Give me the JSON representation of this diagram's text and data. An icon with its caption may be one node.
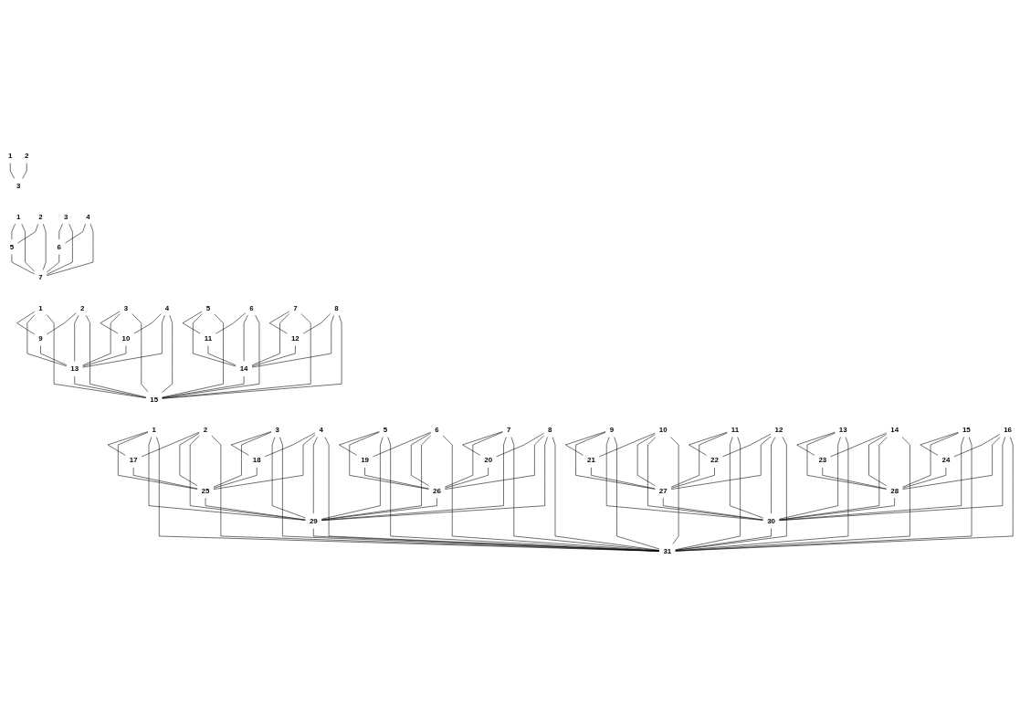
{
  "diagram": {
    "nodes": [
      {
        "text": [
          "1"
        ]
      },
      {
        "text": [
          "2"
        ]
      },
      {
        "text": [
          "3"
        ]
      },
      {
        "text": [
          "1"
        ]
      },
      {
        "text": [
          "2"
        ]
      },
      {
        "text": [
          "3"
        ]
      },
      {
        "text": [
          "4"
        ]
      },
      {
        "text": [
          "5"
        ]
      },
      {
        "text": [
          "6"
        ]
      },
      {
        "text": [
          "7"
        ]
      },
      {
        "text": [
          "1"
        ]
      },
      {
        "text": [
          "2"
        ]
      },
      {
        "text": [
          "3"
        ]
      },
      {
        "text": [
          "4"
        ]
      },
      {
        "text": [
          "5"
        ]
      },
      {
        "text": [
          "6"
        ]
      },
      {
        "text": [
          "7"
        ]
      },
      {
        "text": [
          "8"
        ]
      },
      {
        "text": [
          "9"
        ]
      },
      {
        "text": [
          "10"
        ]
      },
      {
        "text": [
          "11"
        ]
      },
      {
        "text": [
          "12"
        ]
      },
      {
        "text": [
          "13"
        ]
      },
      {
        "text": [
          "14"
        ]
      },
      {
        "text": [
          "15"
        ]
      },
      {
        "text": [
          "1"
        ]
      },
      {
        "text": [
          "2"
        ]
      },
      {
        "text": [
          "3"
        ]
      },
      {
        "text": [
          "4"
        ]
      },
      {
        "text": [
          "5"
        ]
      },
      {
        "text": [
          "6"
        ]
      },
      {
        "text": [
          "7"
        ]
      },
      {
        "text": [
          "8"
        ]
      },
      {
        "text": [
          "9"
        ]
      },
      {
        "text": [
          "10"
        ]
      },
      {
        "text": [
          "11"
        ]
      },
      {
        "text": [
          "12"
        ]
      },
      {
        "text": [
          "13"
        ]
      },
      {
        "text": [
          "14"
        ]
      },
      {
        "text": [
          "15"
        ]
      },
      {
        "text": [
          "16"
        ]
      },
      {
        "text": [
          "17"
        ]
      },
      {
        "text": [
          "18"
        ]
      },
      {
        "text": [
          "19"
        ]
      },
      {
        "text": [
          "20"
        ]
      },
      {
        "text": [
          "21"
        ]
      },
      {
        "text": [
          "22"
        ]
      },
      {
        "text": [
          "23"
        ]
      },
      {
        "text": [
          "24"
        ]
      },
      {
        "text": [
          "25"
        ]
      },
      {
        "text": [
          "26"
        ]
      },
      {
        "text": [
          "27"
        ]
      },
      {
        "text": [
          "28"
        ]
      },
      {
        "text": [
          "29"
        ]
      },
      {
        "text": [
          "30"
        ]
      },
      {
        "text": [
          "31"
        ]
      }
    ],
    "edges": [
      {
        "from": 0,
        "to": 2,
        "arrow": "none"
      },
      {
        "from": 1,
        "to": 2,
        "arrow": "none"
      },
      {
        "from": 3,
        "to": 7,
        "arrow": "none"
      },
      {
        "from": 4,
        "to": 7,
        "arrow": "none"
      },
      {
        "from": 5,
        "to": 8,
        "arrow": "none"
      },
      {
        "from": 6,
        "to": 8,
        "arrow": "none"
      },
      {
        "from": 3,
        "to": 9,
        "arrow": "none"
      },
      {
        "from": 4,
        "to": 9,
        "arrow": "none"
      },
      {
        "from": 5,
        "to": 9,
        "arrow": "none"
      },
      {
        "from": 6,
        "to": 9,
        "arrow": "none"
      },
      {
        "from": 7,
        "to": 9,
        "arrow": "none"
      },
      {
        "from": 8,
        "to": 9,
        "arrow": "none"
      },
      {
        "from": 10,
        "to": 18,
        "arrow": "none"
      },
      {
        "from": 11,
        "to": 18,
        "arrow": "none"
      },
      {
        "from": 12,
        "to": 19,
        "arrow": "none"
      },
      {
        "from": 13,
        "to": 19,
        "arrow": "none"
      },
      {
        "from": 14,
        "to": 20,
        "arrow": "none"
      },
      {
        "from": 15,
        "to": 20,
        "arrow": "none"
      },
      {
        "from": 16,
        "to": 21,
        "arrow": "none"
      },
      {
        "from": 17,
        "to": 21,
        "arrow": "none"
      },
      {
        "from": 10,
        "to": 22,
        "arrow": "none"
      },
      {
        "from": 11,
        "to": 22,
        "arrow": "none"
      },
      {
        "from": 12,
        "to": 22,
        "arrow": "none"
      },
      {
        "from": 13,
        "to": 22,
        "arrow": "none"
      },
      {
        "from": 18,
        "to": 22,
        "arrow": "none"
      },
      {
        "from": 19,
        "to": 22,
        "arrow": "none"
      },
      {
        "from": 14,
        "to": 23,
        "arrow": "none"
      },
      {
        "from": 15,
        "to": 23,
        "arrow": "none"
      },
      {
        "from": 16,
        "to": 23,
        "arrow": "none"
      },
      {
        "from": 17,
        "to": 23,
        "arrow": "none"
      },
      {
        "from": 20,
        "to": 23,
        "arrow": "none"
      },
      {
        "from": 21,
        "to": 23,
        "arrow": "none"
      },
      {
        "from": 10,
        "to": 24,
        "arrow": "none"
      },
      {
        "from": 11,
        "to": 24,
        "arrow": "none"
      },
      {
        "from": 12,
        "to": 24,
        "arrow": "none"
      },
      {
        "from": 13,
        "to": 24,
        "arrow": "none"
      },
      {
        "from": 14,
        "to": 24,
        "arrow": "none"
      },
      {
        "from": 15,
        "to": 24,
        "arrow": "none"
      },
      {
        "from": 16,
        "to": 24,
        "arrow": "none"
      },
      {
        "from": 17,
        "to": 24,
        "arrow": "none"
      },
      {
        "from": 22,
        "to": 24,
        "arrow": "none"
      },
      {
        "from": 23,
        "to": 24,
        "arrow": "none"
      },
      {
        "from": 25,
        "to": 41,
        "arrow": "none"
      },
      {
        "from": 26,
        "to": 41,
        "arrow": "none"
      },
      {
        "from": 27,
        "to": 42,
        "arrow": "none"
      },
      {
        "from": 28,
        "to": 42,
        "arrow": "none"
      },
      {
        "from": 29,
        "to": 43,
        "arrow": "none"
      },
      {
        "from": 30,
        "to": 43,
        "arrow": "none"
      },
      {
        "from": 31,
        "to": 44,
        "arrow": "none"
      },
      {
        "from": 32,
        "to": 44,
        "arrow": "none"
      },
      {
        "from": 33,
        "to": 45,
        "arrow": "none"
      },
      {
        "from": 34,
        "to": 45,
        "arrow": "none"
      },
      {
        "from": 35,
        "to": 46,
        "arrow": "none"
      },
      {
        "from": 36,
        "to": 46,
        "arrow": "none"
      },
      {
        "from": 37,
        "to": 47,
        "arrow": "none"
      },
      {
        "from": 38,
        "to": 47,
        "arrow": "none"
      },
      {
        "from": 39,
        "to": 48,
        "arrow": "none"
      },
      {
        "from": 40,
        "to": 48,
        "arrow": "none"
      },
      {
        "from": 25,
        "to": 49,
        "arrow": "none"
      },
      {
        "from": 26,
        "to": 49,
        "arrow": "none"
      },
      {
        "from": 27,
        "to": 49,
        "arrow": "none"
      },
      {
        "from": 28,
        "to": 49,
        "arrow": "none"
      },
      {
        "from": 41,
        "to": 49,
        "arrow": "none"
      },
      {
        "from": 42,
        "to": 49,
        "arrow": "none"
      },
      {
        "from": 29,
        "to": 50,
        "arrow": "none"
      },
      {
        "from": 30,
        "to": 50,
        "arrow": "none"
      },
      {
        "from": 31,
        "to": 50,
        "arrow": "none"
      },
      {
        "from": 32,
        "to": 50,
        "arrow": "none"
      },
      {
        "from": 43,
        "to": 50,
        "arrow": "none"
      },
      {
        "from": 44,
        "to": 50,
        "arrow": "none"
      },
      {
        "from": 33,
        "to": 51,
        "arrow": "none"
      },
      {
        "from": 34,
        "to": 51,
        "arrow": "none"
      },
      {
        "from": 35,
        "to": 51,
        "arrow": "none"
      },
      {
        "from": 36,
        "to": 51,
        "arrow": "none"
      },
      {
        "from": 45,
        "to": 51,
        "arrow": "none"
      },
      {
        "from": 46,
        "to": 51,
        "arrow": "none"
      },
      {
        "from": 37,
        "to": 52,
        "arrow": "none"
      },
      {
        "from": 38,
        "to": 52,
        "arrow": "none"
      },
      {
        "from": 39,
        "to": 52,
        "arrow": "none"
      },
      {
        "from": 40,
        "to": 52,
        "arrow": "none"
      },
      {
        "from": 47,
        "to": 52,
        "arrow": "none"
      },
      {
        "from": 48,
        "to": 52,
        "arrow": "none"
      },
      {
        "from": 25,
        "to": 53,
        "arrow": "none"
      },
      {
        "from": 26,
        "to": 53,
        "arrow": "none"
      },
      {
        "from": 27,
        "to": 53,
        "arrow": "none"
      },
      {
        "from": 28,
        "to": 53,
        "arrow": "none"
      },
      {
        "from": 29,
        "to": 53,
        "arrow": "none"
      },
      {
        "from": 30,
        "to": 53,
        "arrow": "none"
      },
      {
        "from": 31,
        "to": 53,
        "arrow": "none"
      },
      {
        "from": 32,
        "to": 53,
        "arrow": "none"
      },
      {
        "from": 49,
        "to": 53,
        "arrow": "none"
      },
      {
        "from": 50,
        "to": 53,
        "arrow": "none"
      },
      {
        "from": 33,
        "to": 54,
        "arrow": "none"
      },
      {
        "from": 34,
        "to": 54,
        "arrow": "none"
      },
      {
        "from": 35,
        "to": 54,
        "arrow": "none"
      },
      {
        "from": 36,
        "to": 54,
        "arrow": "none"
      },
      {
        "from": 37,
        "to": 54,
        "arrow": "none"
      },
      {
        "from": 38,
        "to": 54,
        "arrow": "none"
      },
      {
        "from": 39,
        "to": 54,
        "arrow": "none"
      },
      {
        "from": 40,
        "to": 54,
        "arrow": "none"
      },
      {
        "from": 51,
        "to": 54,
        "arrow": "none"
      },
      {
        "from": 52,
        "to": 54,
        "arrow": "none"
      },
      {
        "from": 25,
        "to": 55,
        "arrow": "none"
      },
      {
        "from": 26,
        "to": 55,
        "arrow": "none"
      },
      {
        "from": 27,
        "to": 55,
        "arrow": "none"
      },
      {
        "from": 28,
        "to": 55,
        "arrow": "none"
      },
      {
        "from": 29,
        "to": 55,
        "arrow": "none"
      },
      {
        "from": 30,
        "to": 55,
        "arrow": "none"
      },
      {
        "from": 31,
        "to": 55,
        "arrow": "none"
      },
      {
        "from": 32,
        "to": 55,
        "arrow": "none"
      },
      {
        "from": 33,
        "to": 55,
        "arrow": "none"
      },
      {
        "from": 34,
        "to": 55,
        "arrow": "none"
      },
      {
        "from": 35,
        "to": 55,
        "arrow": "none"
      },
      {
        "from": 36,
        "to": 55,
        "arrow": "none"
      },
      {
        "from": 37,
        "to": 55,
        "arrow": "none"
      },
      {
        "from": 38,
        "to": 55,
        "arrow": "none"
      },
      {
        "from": 39,
        "to": 55,
        "arrow": "none"
      },
      {
        "from": 40,
        "to": 55,
        "arrow": "none"
      },
      {
        "from": 53,
        "to": 55,
        "arrow": "none"
      },
      {
        "from": 54,
        "to": 55,
        "arrow": "none"
      }
    ]
  }
}
